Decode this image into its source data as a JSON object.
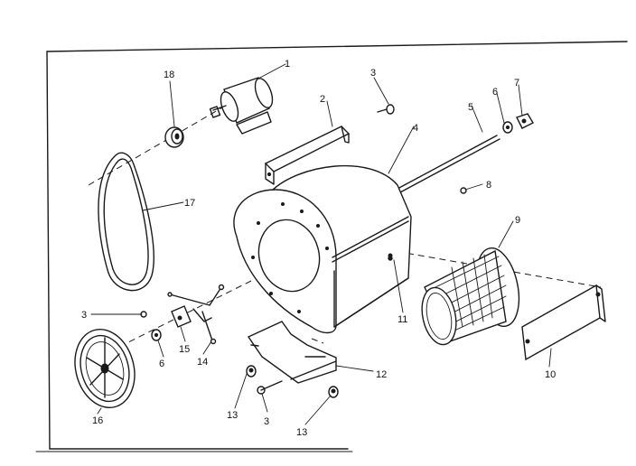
{
  "parts": [
    {
      "id": "1",
      "label": "1"
    },
    {
      "id": "2",
      "label": "2"
    },
    {
      "id": "3a",
      "label": "3"
    },
    {
      "id": "3b",
      "label": "3"
    },
    {
      "id": "3c",
      "label": "3"
    },
    {
      "id": "4",
      "label": "4"
    },
    {
      "id": "5",
      "label": "5"
    },
    {
      "id": "6a",
      "label": "6"
    },
    {
      "id": "6b",
      "label": "6"
    },
    {
      "id": "7",
      "label": "7"
    },
    {
      "id": "8",
      "label": "8"
    },
    {
      "id": "9",
      "label": "9"
    },
    {
      "id": "10",
      "label": "10"
    },
    {
      "id": "11",
      "label": "11"
    },
    {
      "id": "12",
      "label": "12"
    },
    {
      "id": "13a",
      "label": "13"
    },
    {
      "id": "13b",
      "label": "13"
    },
    {
      "id": "14",
      "label": "14"
    },
    {
      "id": "15",
      "label": "15"
    },
    {
      "id": "16",
      "label": "16"
    },
    {
      "id": "17",
      "label": "17"
    },
    {
      "id": "18",
      "label": "18"
    }
  ]
}
